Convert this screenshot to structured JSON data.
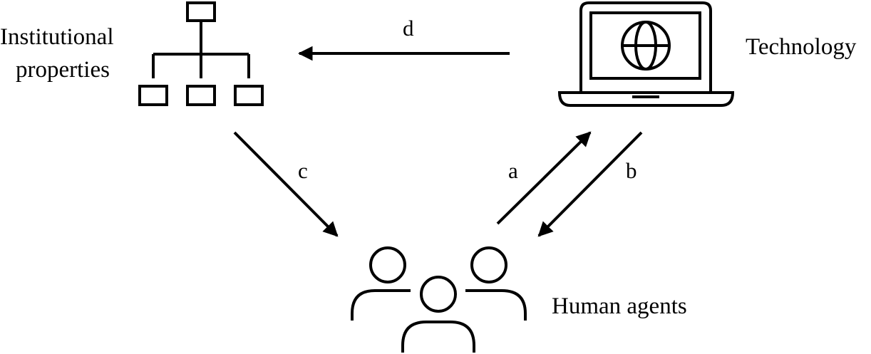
{
  "nodes": {
    "institutional": {
      "label_line1": "Institutional",
      "label_line2": "properties",
      "icon": "org-chart-icon"
    },
    "technology": {
      "label": "Technology",
      "icon": "laptop-globe-icon"
    },
    "human": {
      "label": "Human agents",
      "icon": "people-group-icon"
    }
  },
  "edges": {
    "a": {
      "label": "a",
      "from": "human",
      "to": "technology"
    },
    "b": {
      "label": "b",
      "from": "technology",
      "to": "human"
    },
    "c": {
      "label": "c",
      "from": "institutional",
      "to": "human"
    },
    "d": {
      "label": "d",
      "from": "technology",
      "to": "institutional"
    }
  },
  "colors": {
    "ink": "#000000",
    "background": "#ffffff"
  }
}
